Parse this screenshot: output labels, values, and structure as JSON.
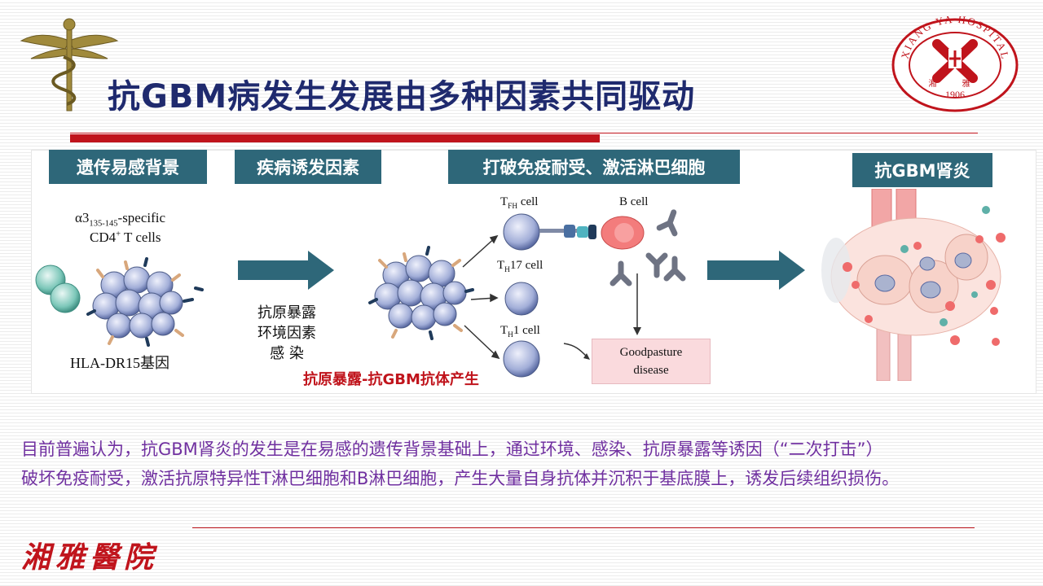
{
  "title": "抗GBM病发生发展由多种因素共同驱动",
  "logo_text": "XIANG YA HOSPITAL",
  "logo_year": "1906",
  "logo_chars": "湘 雅",
  "headers": {
    "genetic": "遗传易感背景",
    "triggers": "疾病诱发因素",
    "break_tolerance": "打破免疫耐受、激活淋巴细胞",
    "nephritis": "抗GBM肾炎"
  },
  "left": {
    "cell_label_prefix": "α3",
    "cell_label_sub": "135-145",
    "cell_label_suffix": "-specific",
    "cd4_prefix": "CD4",
    "cd4_sup": "+",
    "cd4_suffix": " T cells",
    "gene": "HLA-DR15基因"
  },
  "triggers_list": [
    "抗原暴露",
    "环境因素",
    "感 染"
  ],
  "red_caption": "抗原暴露-抗GBM抗体产生",
  "cells": {
    "tfh_prefix": "T",
    "tfh_sub": "FH",
    "tfh_suffix": " cell",
    "b": "B cell",
    "th17_prefix": "T",
    "th17_sub": "H",
    "th17_suffix": "17 cell",
    "th1_prefix": "T",
    "th1_sub": "H",
    "th1_suffix": "1 cell"
  },
  "goodpasture": [
    "Goodpasture",
    "disease"
  ],
  "paragraph": [
    "目前普遍认为，抗GBM肾炎的发生是在易感的遗传背景基础上，通过环境、感染、抗原暴露等诱因（“二次打击”）",
    "破坏免疫耐受，激活抗原特异性T淋巴细胞和B淋巴细胞，产生大量自身抗体并沉积于基底膜上，诱发后续组织损伤。"
  ],
  "signature": "湘雅醫院",
  "colors": {
    "title": "#1f2a6e",
    "header_bg": "#2e6779",
    "accent_red": "#c0141c",
    "paragraph": "#7030a0",
    "box_pink": "#fadadd"
  }
}
